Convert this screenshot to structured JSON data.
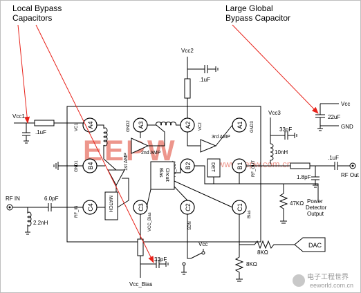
{
  "annotations": {
    "local_bypass": [
      "Local Bypass",
      "Capacitors"
    ],
    "large_global": [
      "Large Global",
      "Bypass Capacitor"
    ]
  },
  "supplies": {
    "vcc1": "Vcc1",
    "vcc2": "Vcc2",
    "vcc3": "Vcc3",
    "vcc_right": "Vcc",
    "gnd": "GND",
    "vcc_switch": "Vcc",
    "vcc_bias": "Vcc_Bias"
  },
  "components": {
    "c_vcc1": ".1uF",
    "c_vcc2": ".1uF",
    "c_vcc3": "33pF",
    "l_vcc3": "10nH",
    "c_global": "22uF",
    "c_out": ".1uF",
    "c_out_shunt": "1.8pF",
    "r_det": "47KΩ",
    "c_in": "6.0pF",
    "l_in": "2.2nH",
    "c_bias": "33pF",
    "r_dac1": "8KΩ",
    "r_dac2": "8KΩ"
  },
  "ports": {
    "rf_in": "RF IN",
    "rf_out": "RF Out",
    "power_det": [
      "Power",
      "Detector",
      "Output"
    ],
    "dac": "DAC"
  },
  "pins": {
    "A4": "A4",
    "A3": "A3",
    "A2": "A2",
    "A1": "A1",
    "B4": "B4",
    "B2": "B2",
    "B1": "B1",
    "C4": "C4",
    "C3": "C3",
    "C2": "C2",
    "C1": "C1"
  },
  "pin_labels": {
    "vc1": "VC1",
    "gnd2": "GND2",
    "vc2": "VC2",
    "gnd3": "GND3",
    "gnd1": "GND1",
    "pl_out": "PL_OUT",
    "rf_out": "RF_OUT",
    "rf_in": "RF_IN",
    "vcc_bias": "VCC_Bias",
    "sdn": "SDN",
    "bias": "Bias"
  },
  "blocks": {
    "amp1": "1st AMP",
    "amp2": "2nd AMP",
    "amp3": "3rd AMP",
    "bias": [
      "Bias",
      "Circuit"
    ],
    "det": "DET",
    "match": "MATCH"
  },
  "watermark": {
    "text": "EEPW",
    "url": "www.eepw.com.cn",
    "logo": "电子工程世界",
    "logo_url": "eeworld.com.cn"
  },
  "colors": {
    "arrow": "#e8221a",
    "watermark": "#e87366",
    "watermark_grey": "#c8c8c8",
    "frame": "#bdbdbd"
  }
}
